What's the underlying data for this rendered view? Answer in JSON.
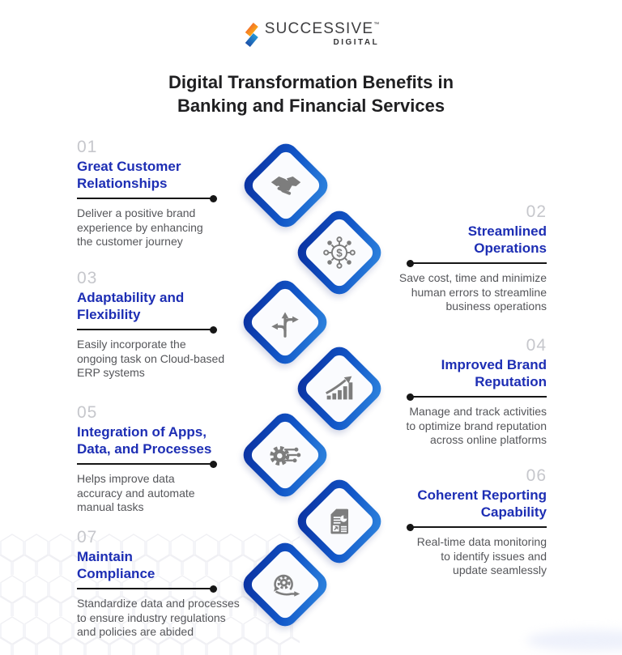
{
  "logo": {
    "brand": "SUCCESSIVE",
    "tm": "™",
    "sub": "DIGITAL"
  },
  "title": "Digital Transformation Benefits in\nBanking and Financial Services",
  "items": [
    {
      "number": "01",
      "side": "left",
      "heading": "Great Customer\nRelationships",
      "description": "Deliver a positive brand\nexperience by enhancing\nthe customer journey",
      "icon": "handshake-icon"
    },
    {
      "number": "02",
      "side": "right",
      "heading": "Streamlined\nOperations",
      "description": "Save cost, time and minimize\nhuman errors to streamline\nbusiness operations",
      "icon": "dollar-network-icon"
    },
    {
      "number": "03",
      "side": "left",
      "heading": "Adaptability and\nFlexibility",
      "description": "Easily incorporate the\nongoing task on Cloud-based\nERP systems",
      "icon": "branching-arrows-icon"
    },
    {
      "number": "04",
      "side": "right",
      "heading": "Improved Brand\nReputation",
      "description": "Manage and track activities\nto optimize brand reputation\nacross online platforms",
      "icon": "growth-chart-icon"
    },
    {
      "number": "05",
      "side": "left",
      "heading": "Integration of Apps,\nData, and Processes",
      "description": "Helps improve data\naccuracy and automate\nmanual tasks",
      "icon": "gear-circuit-icon"
    },
    {
      "number": "06",
      "side": "right",
      "heading": "Coherent Reporting\nCapability",
      "description": "Real-time data monitoring\nto identify issues and\nupdate seamlessly",
      "icon": "report-icon"
    },
    {
      "number": "07",
      "side": "left",
      "heading": "Maintain\nCompliance",
      "description": "Standardize data and processes\nto ensure industry regulations\nand policies are abided",
      "icon": "agile-cycle-icon"
    }
  ],
  "colors": {
    "heading_blue": "#1d2eb4",
    "number_gray": "#c6c7cc",
    "description_gray": "#55565a",
    "connector_black": "#161616",
    "diamond_gradient_dark": "#0a2f9f",
    "diamond_gradient_light": "#2f86df",
    "icon_gray": "#7d7d7d",
    "logo_orange": "#f7941d",
    "logo_blue": "#1b3f9e"
  }
}
